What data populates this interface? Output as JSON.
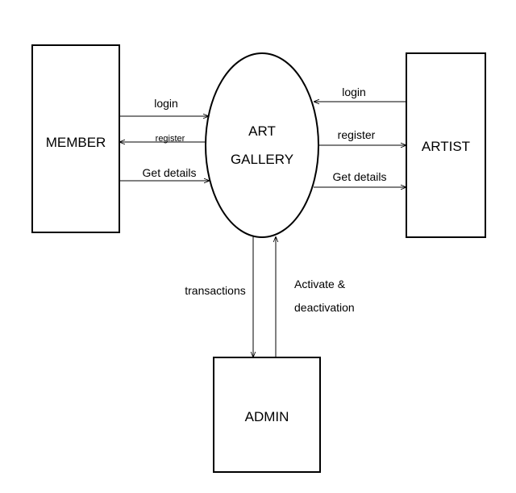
{
  "entities": {
    "member": "MEMBER",
    "artist": "ARTIST",
    "admin": "ADMIN"
  },
  "process": {
    "line1": "ART",
    "line2": "GALLERY"
  },
  "flows": {
    "member_login": "login",
    "member_register": "register",
    "member_get_details": "Get details",
    "artist_login": "login",
    "artist_register": "register",
    "artist_get_details": "Get details",
    "admin_transactions": "transactions",
    "admin_activate_line1": "Activate &",
    "admin_activate_line2": "deactivation"
  },
  "colors": {
    "stroke": "#000000",
    "background": "#ffffff"
  }
}
